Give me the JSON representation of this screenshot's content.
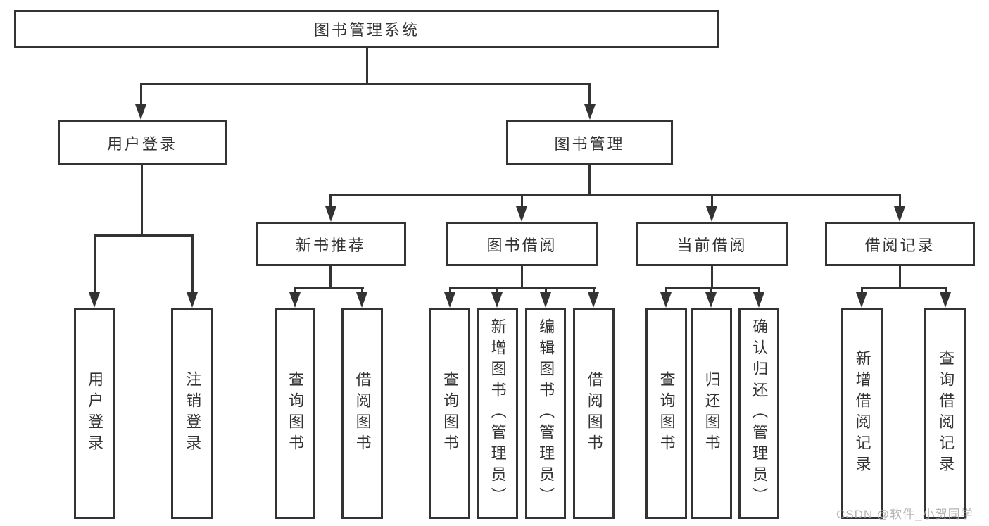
{
  "diagram": {
    "type": "hierarchy-tree",
    "line_color": "#333333",
    "text_color": "#333333",
    "background": "#ffffff",
    "root": {
      "label": "图书管理系统"
    },
    "level1": [
      {
        "id": "user-login",
        "label": "用户登录",
        "parent": "root"
      },
      {
        "id": "book-management",
        "label": "图书管理",
        "parent": "root"
      }
    ],
    "level2": [
      {
        "id": "new-book-recommend",
        "label": "新书推荐",
        "parent": "book-management"
      },
      {
        "id": "book-borrow",
        "label": "图书借阅",
        "parent": "book-management"
      },
      {
        "id": "current-borrow",
        "label": "当前借阅",
        "parent": "book-management"
      },
      {
        "id": "borrow-records",
        "label": "借阅记录",
        "parent": "book-management"
      }
    ],
    "leaves": [
      {
        "group": "user-login",
        "label": "用户登录"
      },
      {
        "group": "user-login",
        "label": "注销登录"
      },
      {
        "group": "new-book-recommend",
        "label": "查询图书"
      },
      {
        "group": "new-book-recommend",
        "label": "借阅图书"
      },
      {
        "group": "book-borrow",
        "label": "查询图书"
      },
      {
        "group": "book-borrow",
        "label": "新增图书（管理员）"
      },
      {
        "group": "book-borrow",
        "label": "编辑图书（管理员）"
      },
      {
        "group": "book-borrow",
        "label": "借阅图书"
      },
      {
        "group": "current-borrow",
        "label": "查询图书"
      },
      {
        "group": "current-borrow",
        "label": "归还图书"
      },
      {
        "group": "current-borrow",
        "label": "确认归还（管理员）"
      },
      {
        "group": "borrow-records",
        "label": "新增借阅记录"
      },
      {
        "group": "borrow-records",
        "label": "查询借阅记录"
      }
    ],
    "watermark": {
      "text": "CSDN @软件_小贺同学",
      "color": "#a9a9a9"
    }
  }
}
